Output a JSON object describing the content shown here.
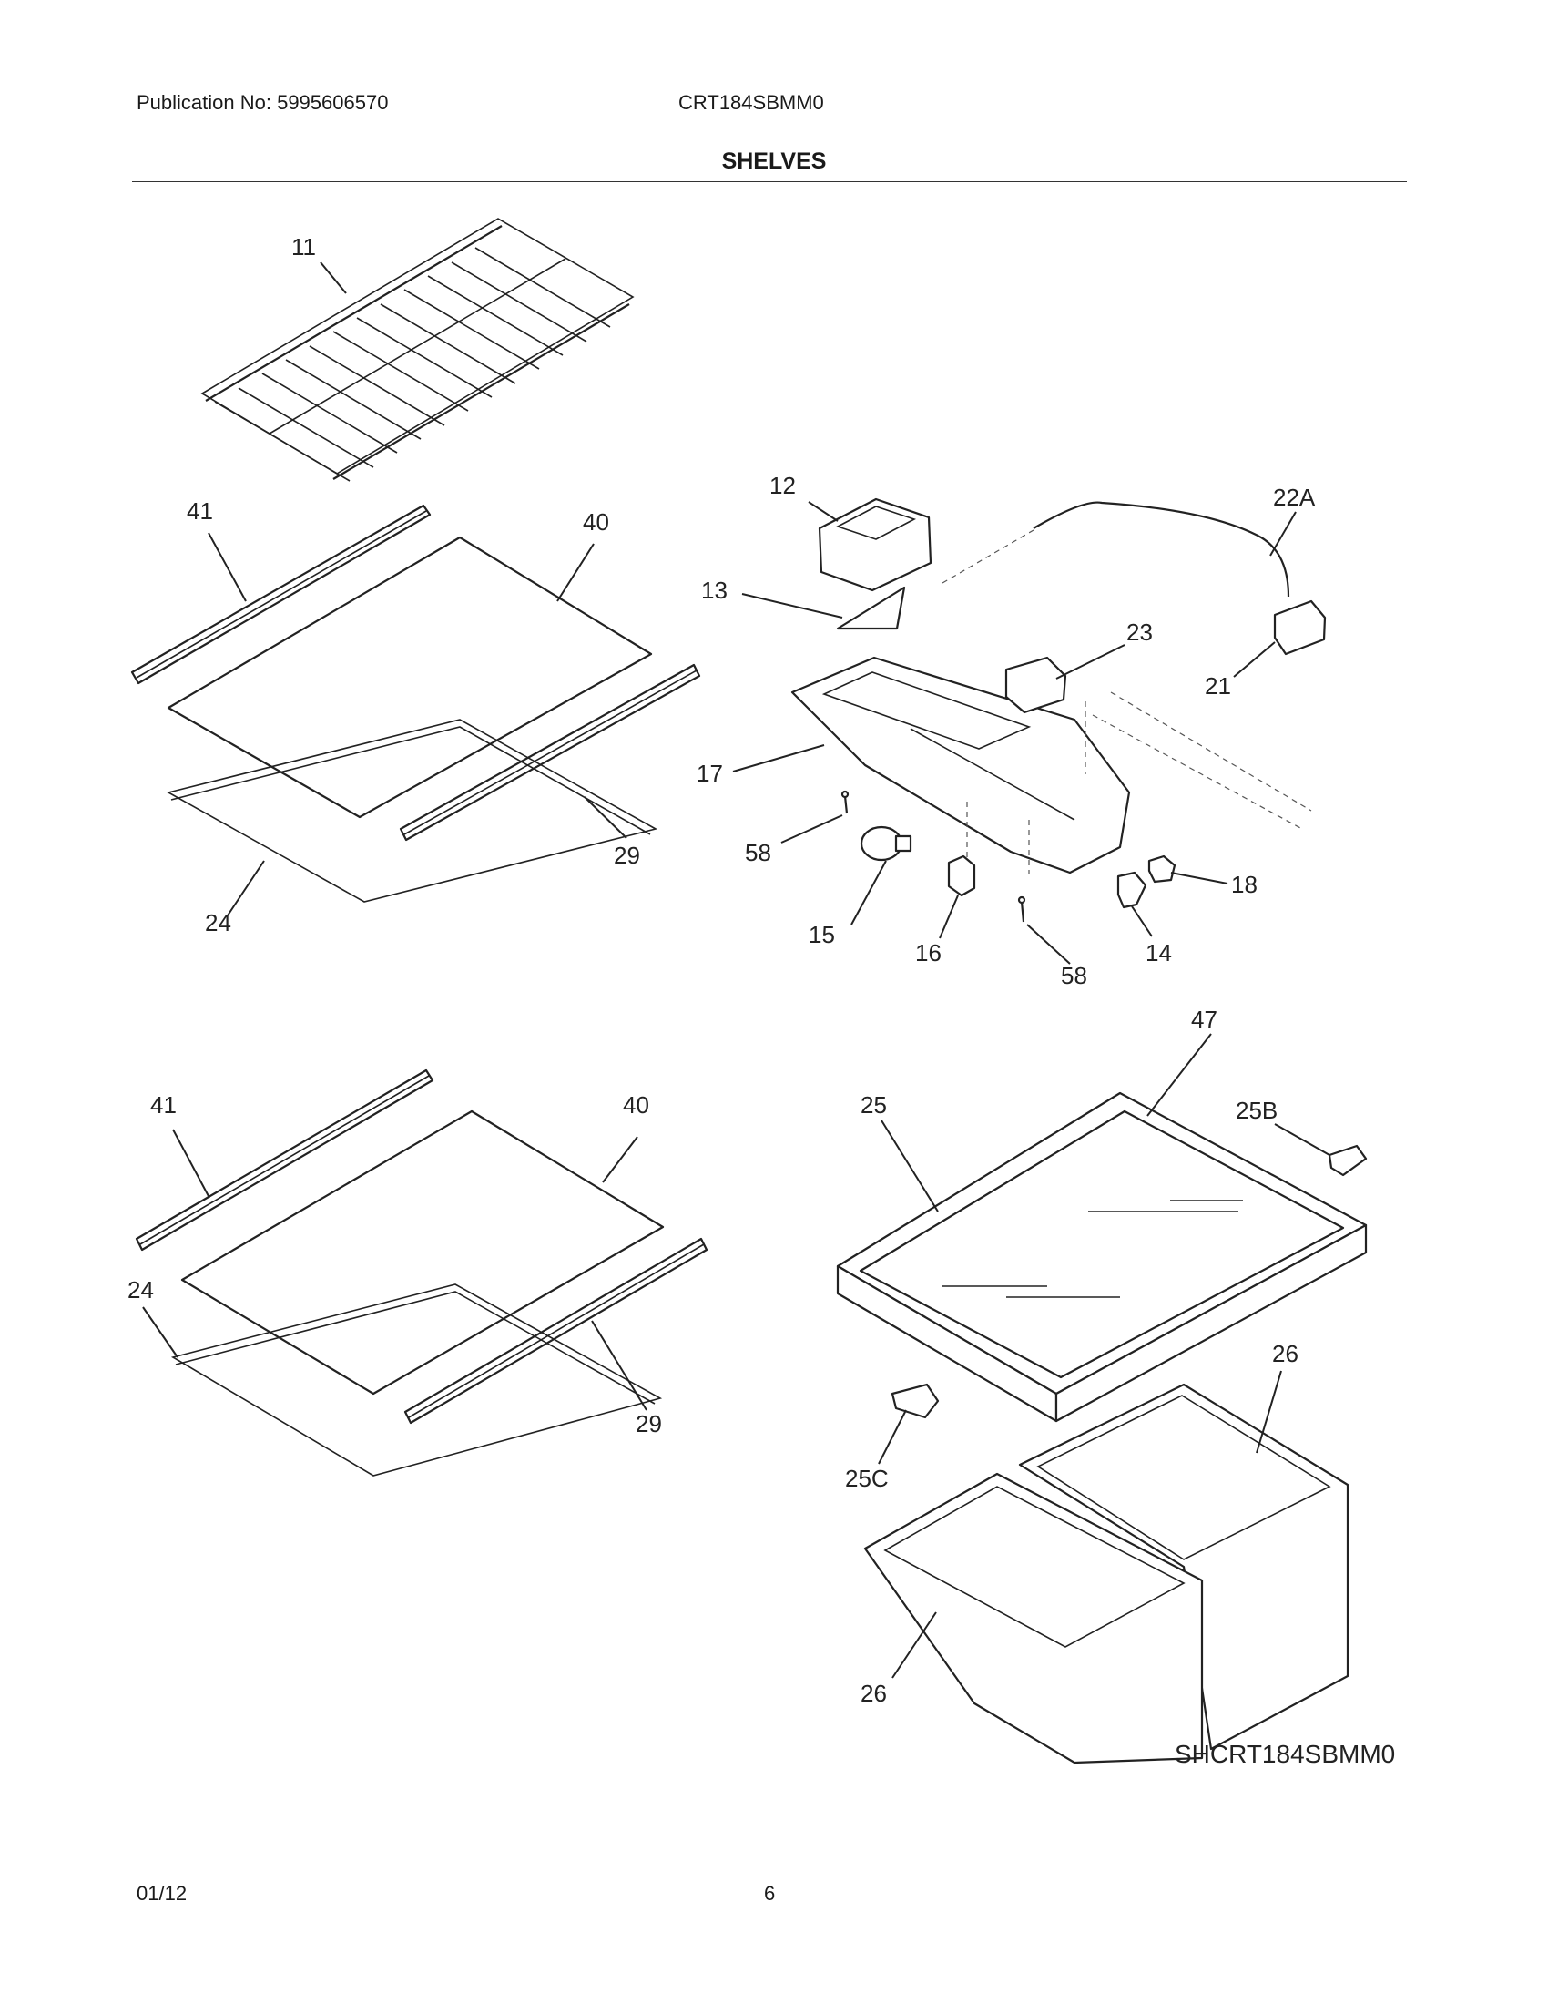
{
  "header": {
    "publication": "Publication No: 5995606570",
    "model": "CRT184SBMM0"
  },
  "title": "SHELVES",
  "diagram": {
    "code": "SHCRT184SBMM0",
    "callouts": {
      "c11": "11",
      "c41a": "41",
      "c40a": "40",
      "c29a": "29",
      "c24a": "24",
      "c12": "12",
      "c13": "13",
      "c22A": "22A",
      "c23": "23",
      "c21": "21",
      "c17": "17",
      "c58a": "58",
      "c18": "18",
      "c15": "15",
      "c16": "16",
      "c58b": "58",
      "c14": "14",
      "c41b": "41",
      "c40b": "40",
      "c24b": "24",
      "c29b": "29",
      "c47": "47",
      "c25": "25",
      "c25B": "25B",
      "c26a": "26",
      "c25C": "25C",
      "c26b": "26"
    }
  },
  "footer": {
    "date": "01/12",
    "page": "6"
  }
}
